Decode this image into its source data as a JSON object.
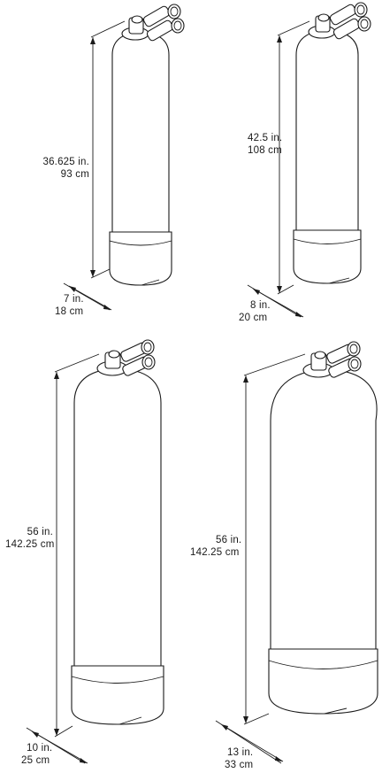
{
  "tanks": [
    {
      "id": "tank-1",
      "height_imperial": "36.625 in.",
      "height_metric": "93 cm",
      "diameter_imperial": "7 in.",
      "diameter_metric": "18 cm"
    },
    {
      "id": "tank-2",
      "height_imperial": "42.5 in.",
      "height_metric": "108 cm",
      "diameter_imperial": "8 in.",
      "diameter_metric": "20 cm"
    },
    {
      "id": "tank-3",
      "height_imperial": "56 in.",
      "height_metric": "142.25 cm",
      "diameter_imperial": "10 in.",
      "diameter_metric": "25 cm"
    },
    {
      "id": "tank-4",
      "height_imperial": "56 in.",
      "height_metric": "142.25 cm",
      "diameter_imperial": "13 in.",
      "diameter_metric": "33 cm"
    }
  ],
  "colors": {
    "line": "#1a1a1a",
    "background": "#ffffff"
  }
}
